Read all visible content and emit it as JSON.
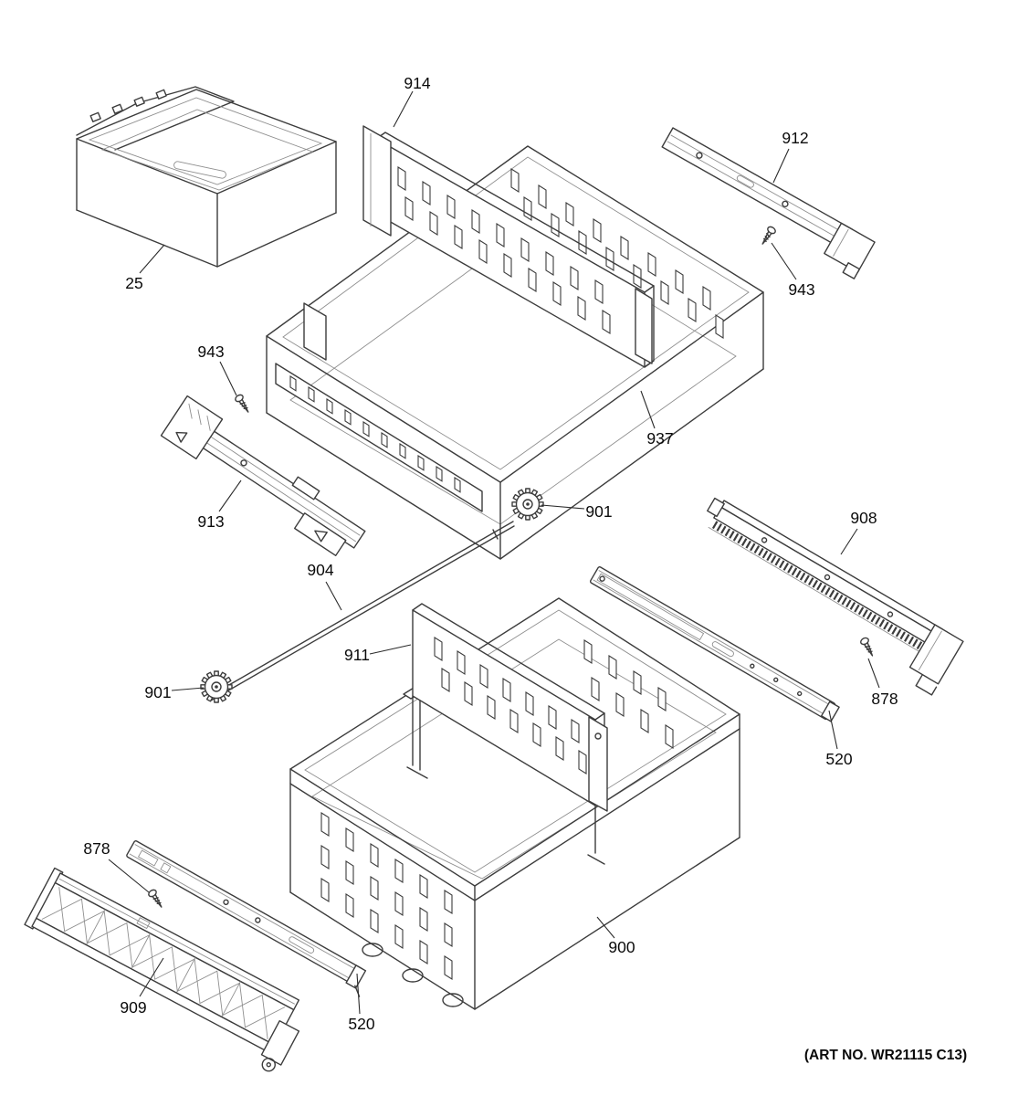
{
  "diagram": {
    "art_no": "(ART NO. WR21115 C13)",
    "labels": {
      "914": "914",
      "912": "912",
      "943_upper": "943",
      "25": "25",
      "943_lower": "943",
      "913": "913",
      "937": "937",
      "901_center": "901",
      "904": "904",
      "901_left": "901",
      "908": "908",
      "878_right": "878",
      "520_right": "520",
      "911": "911",
      "900": "900",
      "878_left": "878",
      "909": "909",
      "520_bottom": "520"
    }
  }
}
